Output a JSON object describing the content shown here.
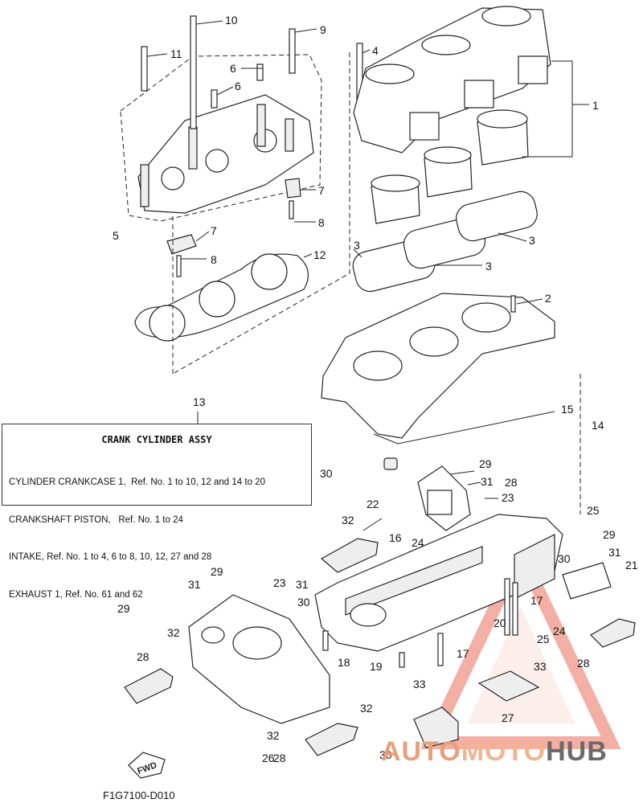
{
  "assembly_note": {
    "ref": "13",
    "title": "CRANK CYLINDER ASSY",
    "lines": [
      "CYLINDER CRANKCASE 1,  Ref. No. 1 to 10, 12 and 14 to 20",
      "CRANKSHAFT PISTON,   Ref. No. 1 to 24",
      "INTAKE, Ref. No. 1 to 4, 6 to 8, 10, 12, 27 and 28",
      "EXHAUST 1, Ref. No. 61 and 62"
    ]
  },
  "callouts": [
    "10",
    "9",
    "11",
    "6",
    "6",
    "4",
    "1",
    "7",
    "8",
    "5",
    "7",
    "8",
    "12",
    "3",
    "3",
    "3",
    "2",
    "15",
    "14",
    "13",
    "30",
    "29",
    "31",
    "22",
    "23",
    "32",
    "16",
    "28",
    "24",
    "25",
    "29",
    "31",
    "21",
    "30",
    "23",
    "17",
    "20",
    "32",
    "29",
    "31",
    "30",
    "29",
    "31",
    "17",
    "25",
    "24",
    "28",
    "32",
    "18",
    "19",
    "33",
    "28",
    "33",
    "27",
    "32",
    "30",
    "26",
    "28"
  ],
  "fwd_label": "FWD",
  "footer_code": "F1G7100-D010",
  "watermark": {
    "part1": "AUTO",
    "part2": "MOTO",
    "part3": "HUB",
    "color": "#e8624a"
  }
}
